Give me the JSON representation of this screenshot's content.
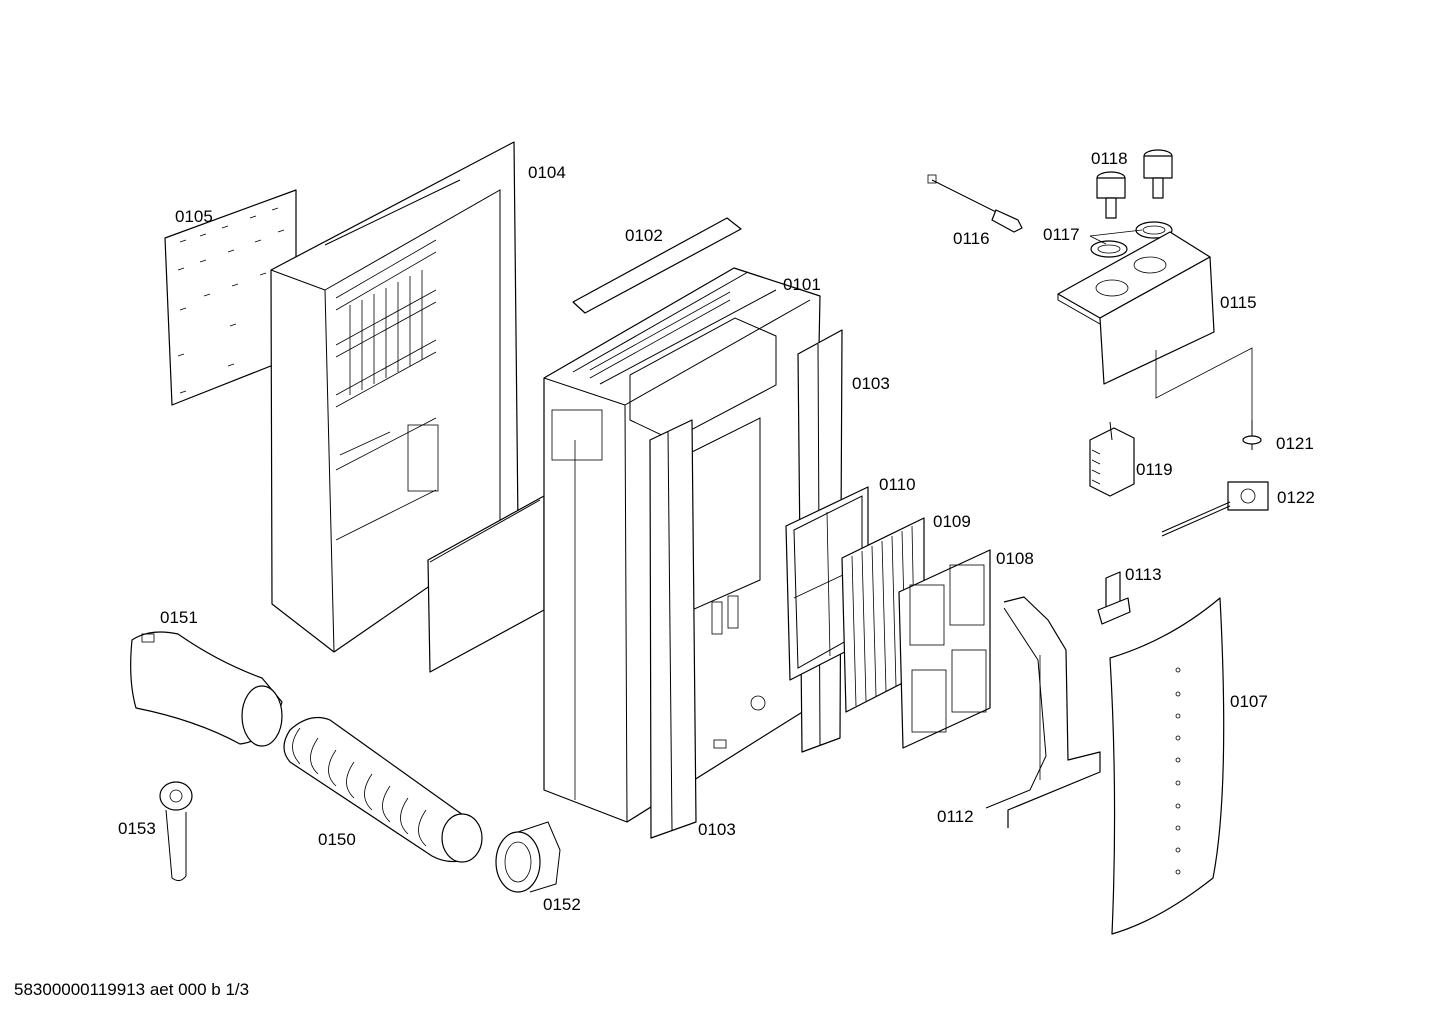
{
  "footer": "58300000119913 aet 000 b 1/3",
  "labels": {
    "l0101": "0101",
    "l0102": "0102",
    "l0103a": "0103",
    "l0103b": "0103",
    "l0104": "0104",
    "l0105": "0105",
    "l0107": "0107",
    "l0108": "0108",
    "l0109": "0109",
    "l0110": "0110",
    "l0112": "0112",
    "l0113": "0113",
    "l0115": "0115",
    "l0116": "0116",
    "l0117": "0117",
    "l0118": "0118",
    "l0119": "0119",
    "l0121": "0121",
    "l0122": "0122",
    "l0150": "0150",
    "l0151": "0151",
    "l0152": "0152",
    "l0153": "0153"
  }
}
